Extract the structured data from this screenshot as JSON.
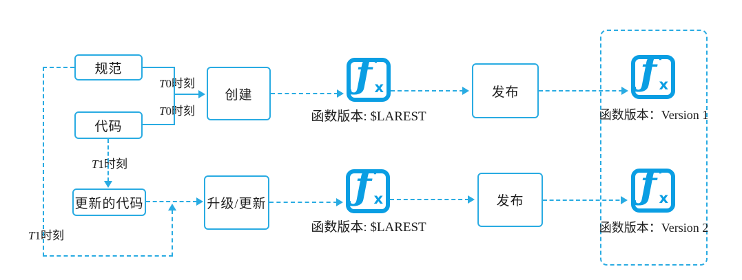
{
  "colors": {
    "accent": "#29ABE2",
    "icon_blue": "#0A9EE3",
    "text": "#1C1C1C",
    "background": "#FFFFFF"
  },
  "boxes": {
    "spec": "规范",
    "code": "代码",
    "create": "创建",
    "updated_code": "更新的代码",
    "upgrade": "升级/更新",
    "publish_top": "发布",
    "publish_bottom": "发布"
  },
  "time_labels": {
    "t0_spec": "T0时刻",
    "t0_code": "T0时刻",
    "t1_code": "T1时刻",
    "t1_loop": "T1时刻"
  },
  "fx_icon": {
    "glyph_f": "ƒ",
    "glyph_x": "x"
  },
  "fx_labels": {
    "latest_top": "函数版本: $LAREST",
    "latest_bottom": "函数版本: $LAREST",
    "version_1": "函数版本：Version 1",
    "version_2": "函数版本：Version 2"
  }
}
